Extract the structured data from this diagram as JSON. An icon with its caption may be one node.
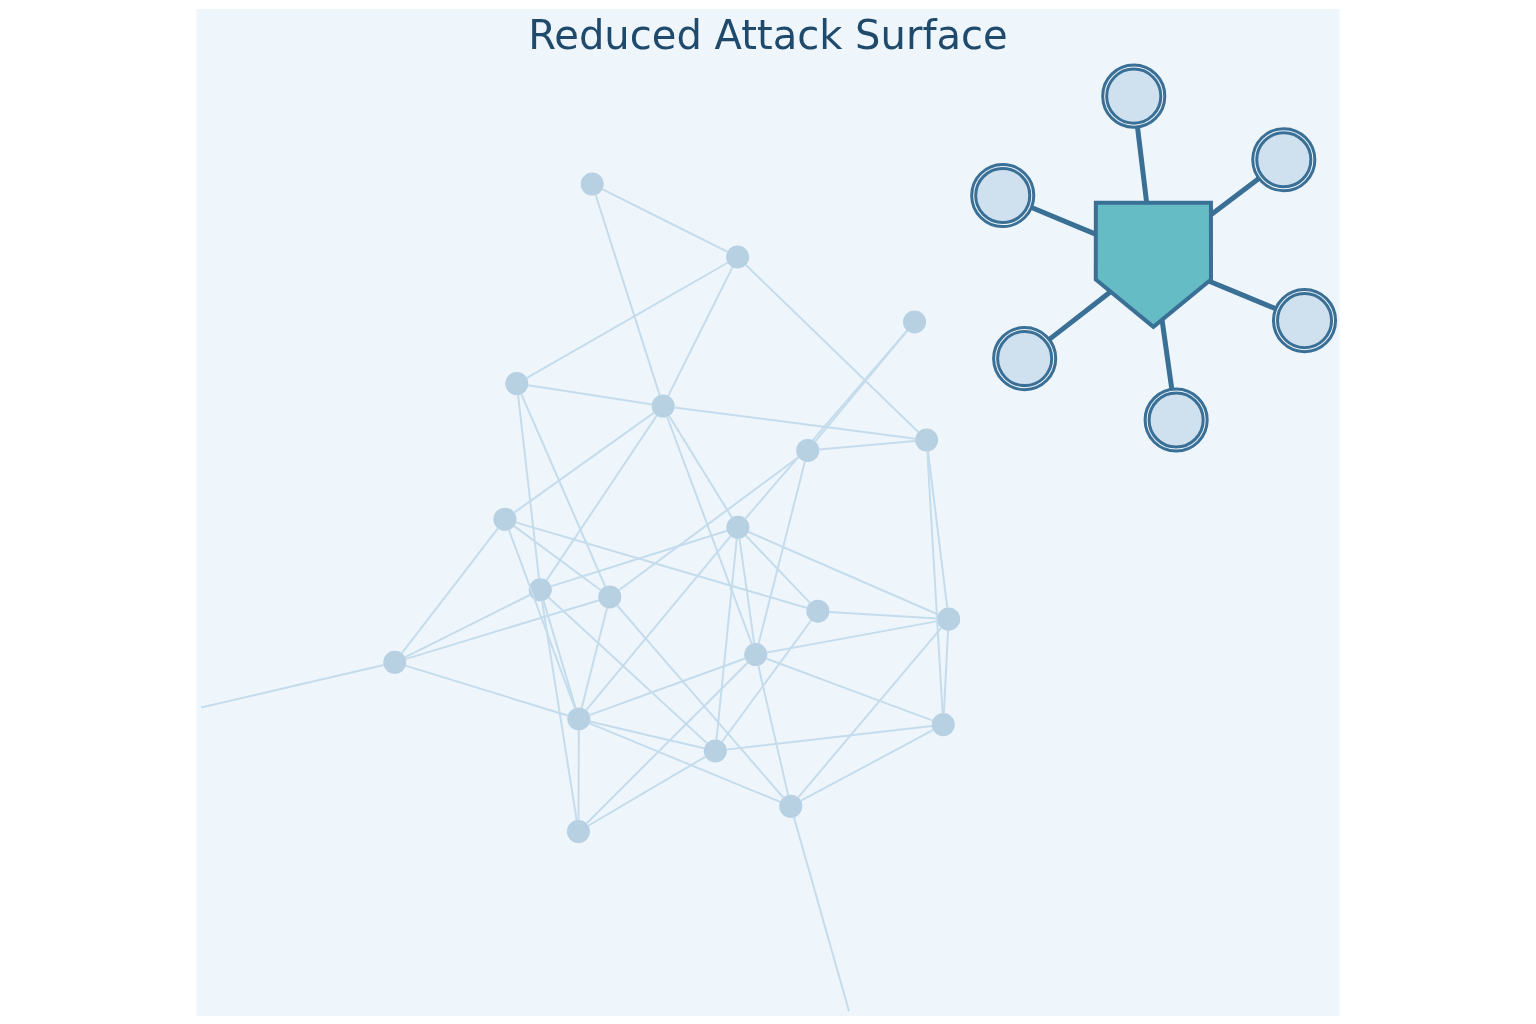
{
  "diagram": {
    "title": "Reduced Attack Surface",
    "nodes": [
      {
        "text": [],
        "shape": "circle"
      },
      {
        "text": [],
        "shape": "circle"
      },
      {
        "text": [],
        "shape": "circle"
      },
      {
        "text": [],
        "shape": "circle"
      },
      {
        "text": [],
        "shape": "circle"
      },
      {
        "text": [],
        "shape": "circle"
      },
      {
        "text": [],
        "shape": "circle"
      },
      {
        "text": [],
        "shape": "circle"
      },
      {
        "text": [],
        "shape": "circle"
      },
      {
        "text": [],
        "shape": "circle"
      },
      {
        "text": [],
        "shape": "circle"
      },
      {
        "text": [],
        "shape": "circle"
      },
      {
        "text": [],
        "shape": "circle"
      },
      {
        "text": [],
        "shape": "circle"
      },
      {
        "text": [],
        "shape": "circle"
      },
      {
        "text": [],
        "shape": "circle"
      },
      {
        "text": [],
        "shape": "circle"
      },
      {
        "text": [],
        "shape": "circle"
      },
      {
        "text": [],
        "shape": "circle"
      },
      {
        "text": [],
        "shape": "circle"
      },
      {
        "text": [],
        "shape": "picture"
      },
      {
        "text": [],
        "shape": "picture"
      },
      {
        "text": [],
        "shape": "picture"
      },
      {
        "text": [],
        "shape": "shield"
      },
      {
        "text": [],
        "shape": "picture"
      },
      {
        "text": [],
        "shape": "picture"
      },
      {
        "text": [],
        "shape": "picture"
      }
    ],
    "edges": [
      {
        "from": 0,
        "to": 1,
        "arrow": "none"
      },
      {
        "from": 0,
        "to": 2,
        "arrow": "none"
      },
      {
        "from": 0,
        "to": 5,
        "arrow": "none"
      },
      {
        "from": 0,
        "to": 8,
        "arrow": "none"
      },
      {
        "from": 1,
        "to": 2,
        "arrow": "none"
      },
      {
        "from": 1,
        "to": 5,
        "arrow": "none"
      },
      {
        "from": 1,
        "to": 4,
        "arrow": "none"
      },
      {
        "from": 1,
        "to": 3,
        "arrow": "none"
      },
      {
        "from": 1,
        "to": 10,
        "arrow": "none"
      },
      {
        "from": 2,
        "to": 4,
        "arrow": "none"
      },
      {
        "from": 2,
        "to": 5,
        "arrow": "none"
      },
      {
        "from": 2,
        "to": 6,
        "arrow": "none"
      },
      {
        "from": 2,
        "to": 15,
        "arrow": "none"
      },
      {
        "from": 2,
        "to": 9,
        "arrow": "none"
      },
      {
        "from": 3,
        "to": 4,
        "arrow": "none"
      },
      {
        "from": 3,
        "to": 7,
        "arrow": "none"
      },
      {
        "from": 3,
        "to": 11,
        "arrow": "none"
      },
      {
        "from": 4,
        "to": 5,
        "arrow": "none"
      },
      {
        "from": 4,
        "to": 7,
        "arrow": "none"
      },
      {
        "from": 4,
        "to": 18,
        "arrow": "none"
      },
      {
        "from": 4,
        "to": 8,
        "arrow": "none"
      },
      {
        "from": 4,
        "to": 9,
        "arrow": "none"
      },
      {
        "from": 5,
        "to": 6,
        "arrow": "none"
      },
      {
        "from": 5,
        "to": 14,
        "arrow": "none"
      },
      {
        "from": 5,
        "to": 11,
        "arrow": "none"
      },
      {
        "from": 5,
        "to": 8,
        "arrow": "none"
      },
      {
        "from": 5,
        "to": 12,
        "arrow": "none"
      },
      {
        "from": 6,
        "to": 11,
        "arrow": "none"
      },
      {
        "from": 6,
        "to": 14,
        "arrow": "none"
      },
      {
        "from": 6,
        "to": null,
        "arrow": "none"
      },
      {
        "from": 7,
        "to": 8,
        "arrow": "none"
      },
      {
        "from": 7,
        "to": 10,
        "arrow": "none"
      },
      {
        "from": 7,
        "to": 12,
        "arrow": "none"
      },
      {
        "from": 7,
        "to": 13,
        "arrow": "none"
      },
      {
        "from": 8,
        "to": 12,
        "arrow": "none"
      },
      {
        "from": 8,
        "to": 16,
        "arrow": "none"
      },
      {
        "from": 8,
        "to": 10,
        "arrow": "none"
      },
      {
        "from": 8,
        "to": 9,
        "arrow": "none"
      },
      {
        "from": 9,
        "to": 11,
        "arrow": "none"
      },
      {
        "from": 9,
        "to": 15,
        "arrow": "none"
      },
      {
        "from": 9,
        "to": 17,
        "arrow": "none"
      },
      {
        "from": 9,
        "to": 13,
        "arrow": "none"
      },
      {
        "from": 9,
        "to": 19,
        "arrow": "none"
      },
      {
        "from": 10,
        "to": 12,
        "arrow": "none"
      },
      {
        "from": 10,
        "to": 13,
        "arrow": "none"
      },
      {
        "from": 11,
        "to": 14,
        "arrow": "none"
      },
      {
        "from": 12,
        "to": 14,
        "arrow": "none"
      },
      {
        "from": 12,
        "to": null,
        "arrow": "none"
      },
      {
        "from": 13,
        "to": 16,
        "arrow": "none"
      },
      {
        "from": 13,
        "to": 17,
        "arrow": "none"
      },
      {
        "from": 14,
        "to": 15,
        "arrow": "none"
      },
      {
        "from": 14,
        "to": 16,
        "arrow": "none"
      },
      {
        "from": 15,
        "to": 17,
        "arrow": "none"
      },
      {
        "from": 17,
        "to": 19,
        "arrow": "none"
      },
      {
        "from": 18,
        "to": 16,
        "arrow": "none"
      },
      {
        "from": 23,
        "to": 20,
        "arrow": "none",
        "style": "thick",
        "color": "#3a6f96"
      },
      {
        "from": 23,
        "to": 21,
        "arrow": "none",
        "style": "thick",
        "color": "#3a6f96"
      },
      {
        "from": 23,
        "to": 22,
        "arrow": "none",
        "style": "thick",
        "color": "#3a6f96"
      },
      {
        "from": 23,
        "to": 24,
        "arrow": "none",
        "style": "thick",
        "color": "#3a6f96"
      },
      {
        "from": 23,
        "to": 25,
        "arrow": "none",
        "style": "thick",
        "color": "#3a6f96"
      },
      {
        "from": 23,
        "to": 26,
        "arrow": "none",
        "style": "thick",
        "color": "#3a6f96"
      }
    ]
  }
}
